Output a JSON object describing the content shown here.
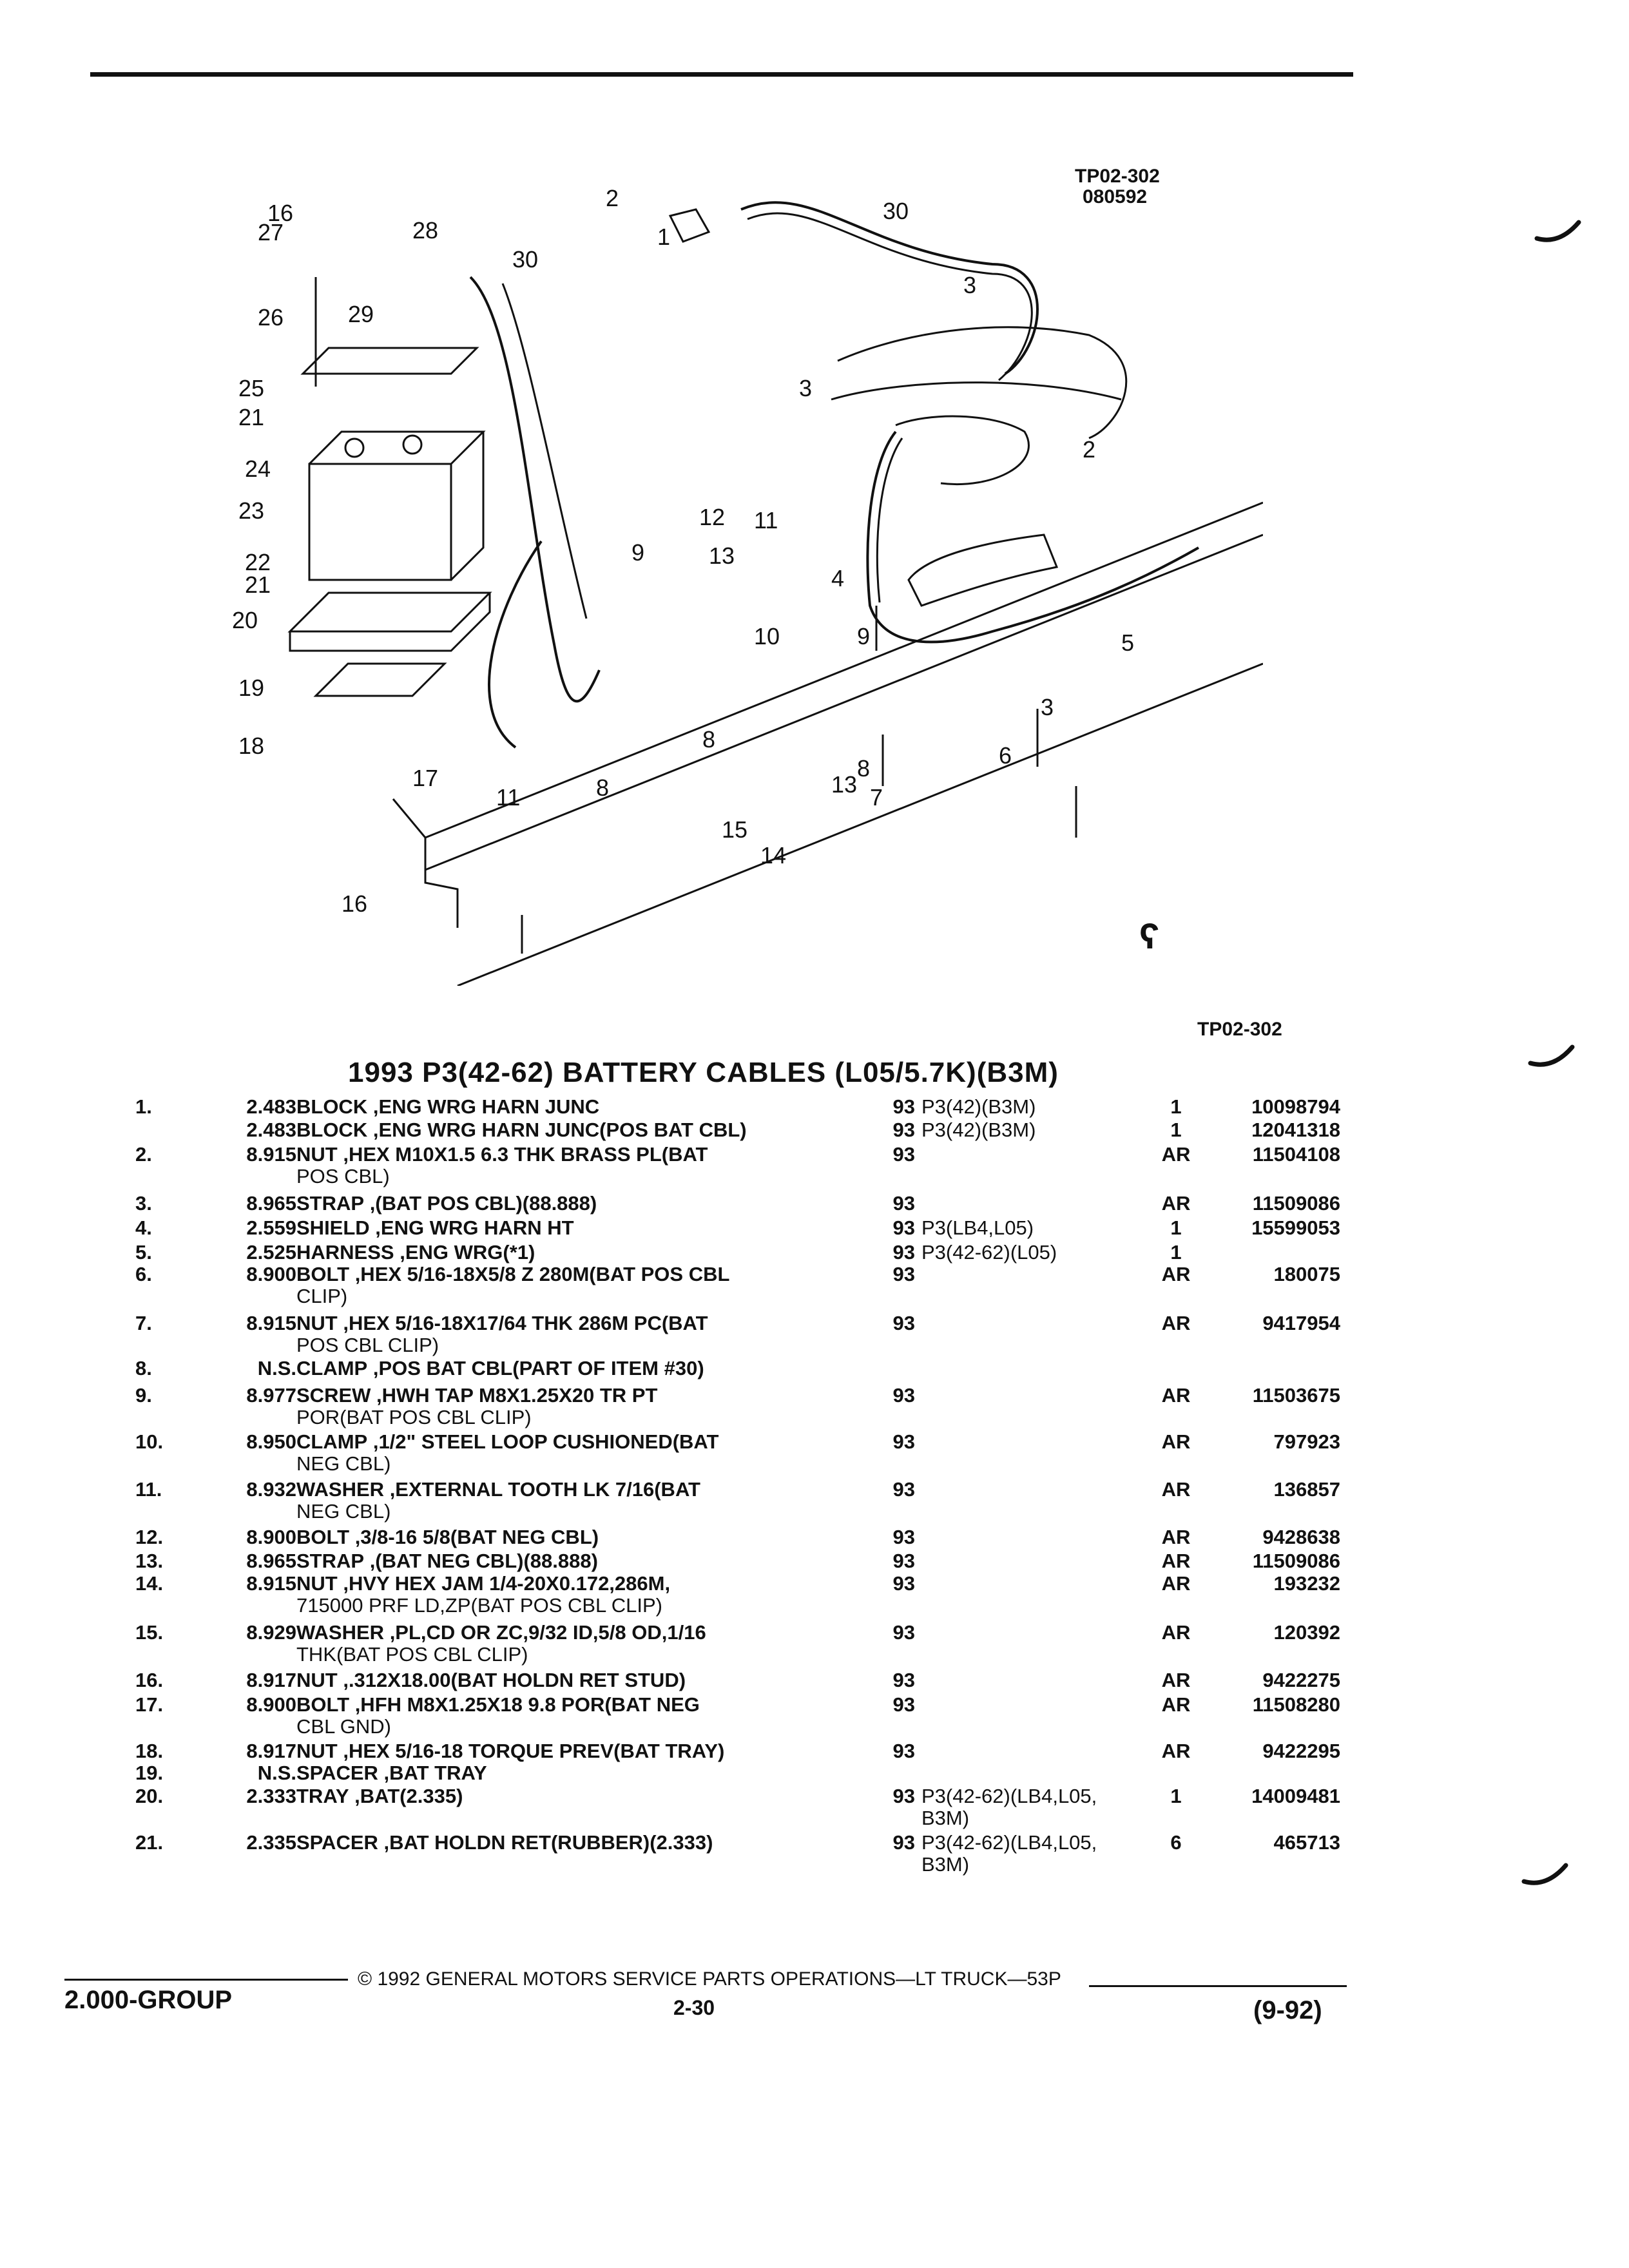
{
  "header": {
    "ref_top": "TP02-302",
    "date_code": "080592",
    "ref_bottom": "TP02-302",
    "brand_mark": "ʕ"
  },
  "callouts": [
    "1",
    "2",
    "2",
    "3",
    "3",
    "3",
    "4",
    "5",
    "6",
    "7",
    "8",
    "8",
    "8",
    "9",
    "9",
    "10",
    "11",
    "11",
    "12",
    "13",
    "13",
    "14",
    "15",
    "16",
    "16",
    "17",
    "18",
    "19",
    "20",
    "21",
    "21",
    "22",
    "23",
    "24",
    "25",
    "26",
    "27",
    "28",
    "29",
    "30",
    "30"
  ],
  "section_title": "1993 P3(42-62) BATTERY CABLES (L05/5.7K)(B3M)",
  "parts": [
    {
      "item": "1.",
      "fig": "2.483",
      "name": "BLOCK",
      "desc": ",ENG WRG HARN JUNC",
      "cont": "",
      "yr": "93",
      "model": "P3(42)(B3M)",
      "qty": "1",
      "pn": "10098794"
    },
    {
      "item": "",
      "fig": "2.483",
      "name": "BLOCK",
      "desc": ",ENG WRG HARN JUNC(POS BAT CBL)",
      "cont": "",
      "yr": "93",
      "model": "P3(42)(B3M)",
      "qty": "1",
      "pn": "12041318"
    },
    {
      "item": "2.",
      "fig": "8.915",
      "name": "NUT",
      "desc": ",HEX M10X1.5 6.3 THK BRASS PL(BAT",
      "cont": "POS CBL)",
      "yr": "93",
      "model": "",
      "qty": "AR",
      "pn": "11504108"
    },
    {
      "item": "3.",
      "fig": "8.965",
      "name": "STRAP",
      "desc": ",(BAT POS CBL)(88.888)",
      "cont": "",
      "yr": "93",
      "model": "",
      "qty": "AR",
      "pn": "11509086"
    },
    {
      "item": "4.",
      "fig": "2.559",
      "name": "SHIELD",
      "desc": ",ENG WRG HARN HT",
      "cont": "",
      "yr": "93",
      "model": "P3(LB4,L05)",
      "qty": "1",
      "pn": "15599053"
    },
    {
      "item": "5.",
      "fig": "2.525",
      "name": "HARNESS",
      "desc": ",ENG WRG(*1)",
      "cont": "",
      "yr": "93",
      "model": "P3(42-62)(L05)",
      "qty": "1",
      "pn": ""
    },
    {
      "item": "6.",
      "fig": "8.900",
      "name": "BOLT",
      "desc": ",HEX 5/16-18X5/8 Z 280M(BAT POS CBL",
      "cont": "CLIP)",
      "yr": "93",
      "model": "",
      "qty": "AR",
      "pn": "180075"
    },
    {
      "item": "7.",
      "fig": "8.915",
      "name": "NUT",
      "desc": ",HEX 5/16-18X17/64 THK 286M PC(BAT",
      "cont": "POS CBL CLIP)",
      "yr": "93",
      "model": "",
      "qty": "AR",
      "pn": "9417954"
    },
    {
      "item": "8.",
      "fig": "N.S.",
      "name": "CLAMP",
      "desc": ",POS BAT CBL(PART OF ITEM #30)",
      "cont": "",
      "yr": "",
      "model": "",
      "qty": "",
      "pn": ""
    },
    {
      "item": "9.",
      "fig": "8.977",
      "name": "SCREW",
      "desc": ",HWH TAP M8X1.25X20 TR PT",
      "cont": "POR(BAT POS CBL CLIP)",
      "yr": "93",
      "model": "",
      "qty": "AR",
      "pn": "11503675"
    },
    {
      "item": "10.",
      "fig": "8.950",
      "name": "CLAMP",
      "desc": ",1/2\" STEEL LOOP CUSHIONED(BAT",
      "cont": "NEG CBL)",
      "yr": "93",
      "model": "",
      "qty": "AR",
      "pn": "797923"
    },
    {
      "item": "11.",
      "fig": "8.932",
      "name": "WASHER",
      "desc": ",EXTERNAL TOOTH LK 7/16(BAT",
      "cont": "NEG CBL)",
      "yr": "93",
      "model": "",
      "qty": "AR",
      "pn": "136857"
    },
    {
      "item": "12.",
      "fig": "8.900",
      "name": "BOLT",
      "desc": ",3/8-16 5/8(BAT NEG CBL)",
      "cont": "",
      "yr": "93",
      "model": "",
      "qty": "AR",
      "pn": "9428638"
    },
    {
      "item": "13.",
      "fig": "8.965",
      "name": "STRAP",
      "desc": ",(BAT NEG CBL)(88.888)",
      "cont": "",
      "yr": "93",
      "model": "",
      "qty": "AR",
      "pn": "11509086"
    },
    {
      "item": "14.",
      "fig": "8.915",
      "name": "NUT",
      "desc": ",HVY HEX JAM 1/4-20X0.172,286M,",
      "cont": "715000 PRF LD,ZP(BAT POS CBL CLIP)",
      "yr": "93",
      "model": "",
      "qty": "AR",
      "pn": "193232"
    },
    {
      "item": "15.",
      "fig": "8.929",
      "name": "WASHER",
      "desc": ",PL,CD OR ZC,9/32 ID,5/8 OD,1/16",
      "cont": "THK(BAT POS CBL CLIP)",
      "yr": "93",
      "model": "",
      "qty": "AR",
      "pn": "120392"
    },
    {
      "item": "16.",
      "fig": "8.917",
      "name": "NUT",
      "desc": ",.312X18.00(BAT HOLDN RET STUD)",
      "cont": "",
      "yr": "93",
      "model": "",
      "qty": "AR",
      "pn": "9422275"
    },
    {
      "item": "17.",
      "fig": "8.900",
      "name": "BOLT",
      "desc": ",HFH M8X1.25X18 9.8 POR(BAT NEG",
      "cont": "CBL GND)",
      "yr": "93",
      "model": "",
      "qty": "AR",
      "pn": "11508280"
    },
    {
      "item": "18.",
      "fig": "8.917",
      "name": "NUT",
      "desc": ",HEX 5/16-18 TORQUE PREV(BAT TRAY)",
      "cont": "",
      "yr": "93",
      "model": "",
      "qty": "AR",
      "pn": "9422295"
    },
    {
      "item": "19.",
      "fig": "N.S.",
      "name": "SPACER",
      "desc": ",BAT TRAY",
      "cont": "",
      "yr": "",
      "model": "",
      "qty": "",
      "pn": ""
    },
    {
      "item": "20.",
      "fig": "2.333",
      "name": "TRAY",
      "desc": ",BAT(2.335)",
      "cont": "",
      "yr": "93",
      "model": "P3(42-62)(LB4,L05,",
      "model2": "B3M)",
      "qty": "1",
      "pn": "14009481"
    },
    {
      "item": "21.",
      "fig": "2.335",
      "name": "SPACER",
      "desc": ",BAT HOLDN RET(RUBBER)(2.333)",
      "cont": "",
      "yr": "93",
      "model": "P3(42-62)(LB4,L05,",
      "model2": "B3M)",
      "qty": "6",
      "pn": "465713"
    }
  ],
  "footer": {
    "copyright": "© 1992 GENERAL MOTORS SERVICE PARTS OPERATIONS—LT TRUCK—53P",
    "group": "2.000-GROUP",
    "page": "2-30",
    "date": "(9-92)"
  }
}
